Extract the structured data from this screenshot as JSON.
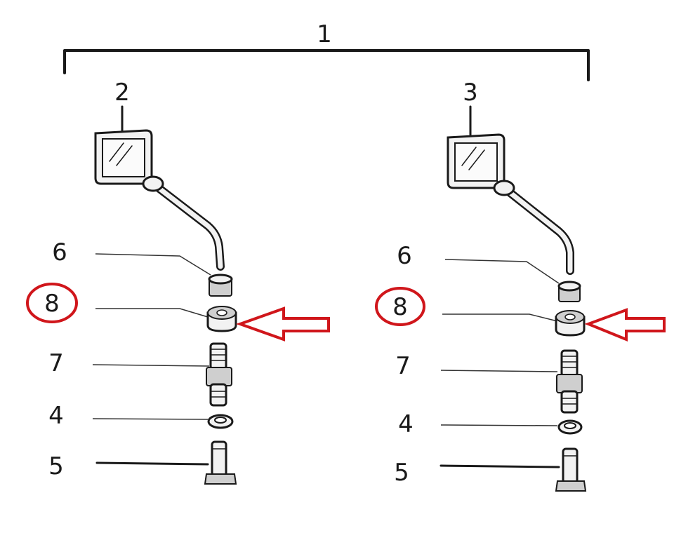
{
  "callouts": {
    "assembly": "1",
    "left_mirror": "2",
    "right_mirror": "3",
    "left": {
      "p6": "6",
      "p8": "8",
      "p7": "7",
      "p4": "4",
      "p5": "5"
    },
    "right": {
      "p6": "6",
      "p8": "8",
      "p7": "7",
      "p4": "4",
      "p5": "5"
    }
  },
  "highlight": {
    "color": "#d0161b",
    "part": "8"
  },
  "icons": [
    "mirror-icon",
    "nut-icon",
    "threaded-stud-icon",
    "washer-icon",
    "bolt-icon",
    "arrow-left-icon"
  ]
}
